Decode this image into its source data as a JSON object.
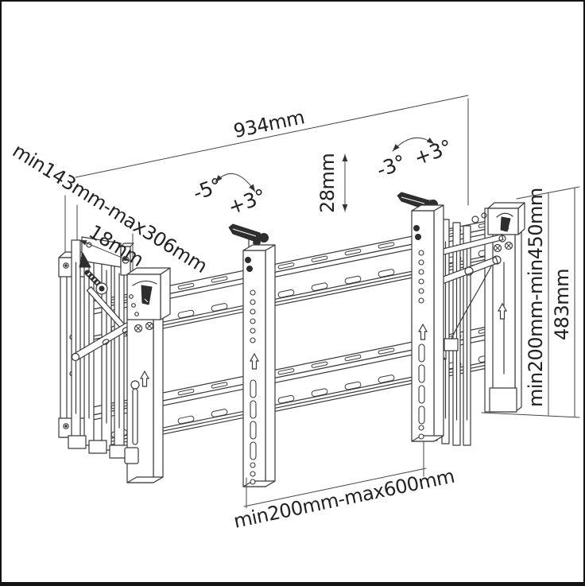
{
  "title": "video-wall-mount-dimension-drawing",
  "colors": {
    "line": "#3a3a3a",
    "text": "#222222",
    "frame": "#141414",
    "background": "#ffffff"
  },
  "dims": {
    "total_width": "934mm",
    "extension_depth": "min143mm-max306mm",
    "plate_thickness": "18mm",
    "height_adjustment": "28mm",
    "tilt_left": {
      "neg": "-5°",
      "pos": "+3°"
    },
    "tilt_right": {
      "neg": "-3°",
      "pos": "+3°"
    },
    "vesa_height_range": "min200mm-min450mm",
    "bracket_height": "483mm",
    "vesa_width_range": "min200mm-max600mm"
  }
}
